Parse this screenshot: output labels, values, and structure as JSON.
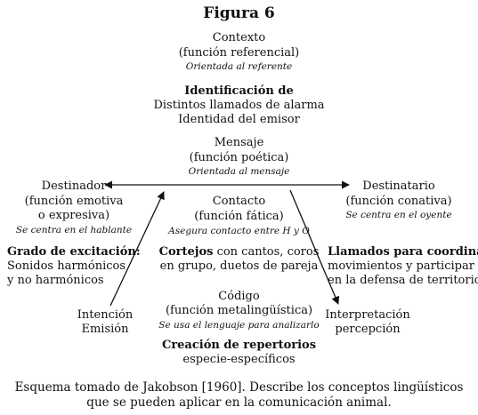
{
  "figure": {
    "title": "Figura 6",
    "caption_lines": [
      "Esquema tomado de Jakobson [1960]. Describe los conceptos lingüísticos",
      "que se pueden aplicar en la comunicación animal."
    ]
  },
  "nodes": {
    "contexto": {
      "name": "Contexto",
      "function": "(función referencial)",
      "note": "Orientada al referente"
    },
    "identificacion": {
      "heading": "Identificación de",
      "lines": [
        "Distintos llamados de alarma",
        "Identidad del emisor"
      ]
    },
    "mensaje": {
      "name": "Mensaje",
      "function": "(función poética)",
      "note": "Orientada al mensaje"
    },
    "destinador": {
      "name": "Destinador",
      "function_lines": [
        "(función emotiva",
        "o expresiva)"
      ],
      "note": "Se centra en el hablante",
      "heading": "Grado de excitación:",
      "lines": [
        "Sonidos harmónicos",
        "y no harmónicos"
      ]
    },
    "destinatario": {
      "name": "Destinatario",
      "function": "(función conativa)",
      "note": "Se centra en el oyente",
      "heading": "Llamados para coordinar",
      "lines": [
        "movimientos y participar",
        "en la defensa de territorio"
      ]
    },
    "contacto": {
      "name": "Contacto",
      "function": "(función fática)",
      "note": "Asegura contacto entre H y O",
      "bold_lead": "Cortejos",
      "line1_rest": " con cantos, coros",
      "line2": "en grupo, duetos de pareja"
    },
    "codigo": {
      "name": "Código",
      "function": "(función metalingüística)",
      "note": "Se usa el lenguaje para analizarlo",
      "heading": "Creación de repertorios",
      "line": "especie-específicos"
    },
    "intencion": {
      "lines": [
        "Intención",
        "Emisión"
      ]
    },
    "interpretacion": {
      "lines": [
        "Interpretación",
        "percepción"
      ]
    }
  }
}
